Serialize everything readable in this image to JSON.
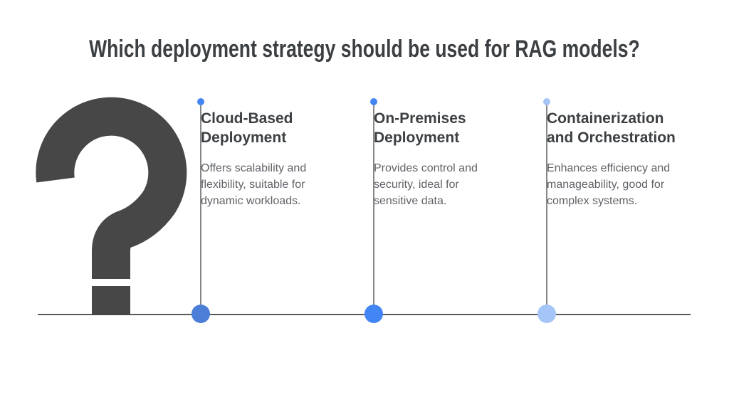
{
  "title": "Which deployment strategy should be used for RAG models?",
  "question_mark_glyph": "?",
  "colors": {
    "title_text": "#3c4043",
    "heading_text": "#3c4043",
    "body_text": "#5f6368",
    "question_mark": "#474747",
    "baseline": "#5a5a5a",
    "vertical_line": "#878787",
    "bright_blue": "#4285f4",
    "medium_blue": "#4a7ed7",
    "light_blue": "#a5c4f7"
  },
  "columns": [
    {
      "heading": "Cloud-Based Deployment",
      "description": "Offers scalability and flexibility, suitable for dynamic workloads.",
      "top_dot_color": "#4285f4",
      "bottom_circle_color": "#4a7ed7"
    },
    {
      "heading": "On-Premises Deployment",
      "description": "Provides control and security, ideal for sensitive data.",
      "top_dot_color": "#4285f4",
      "bottom_circle_color": "#4285f4"
    },
    {
      "heading": "Containerization and Orchestration",
      "description": "Enhances efficiency and manageability, good for complex systems.",
      "top_dot_color": "#a5c4f7",
      "bottom_circle_color": "#a5c4f7"
    }
  ]
}
